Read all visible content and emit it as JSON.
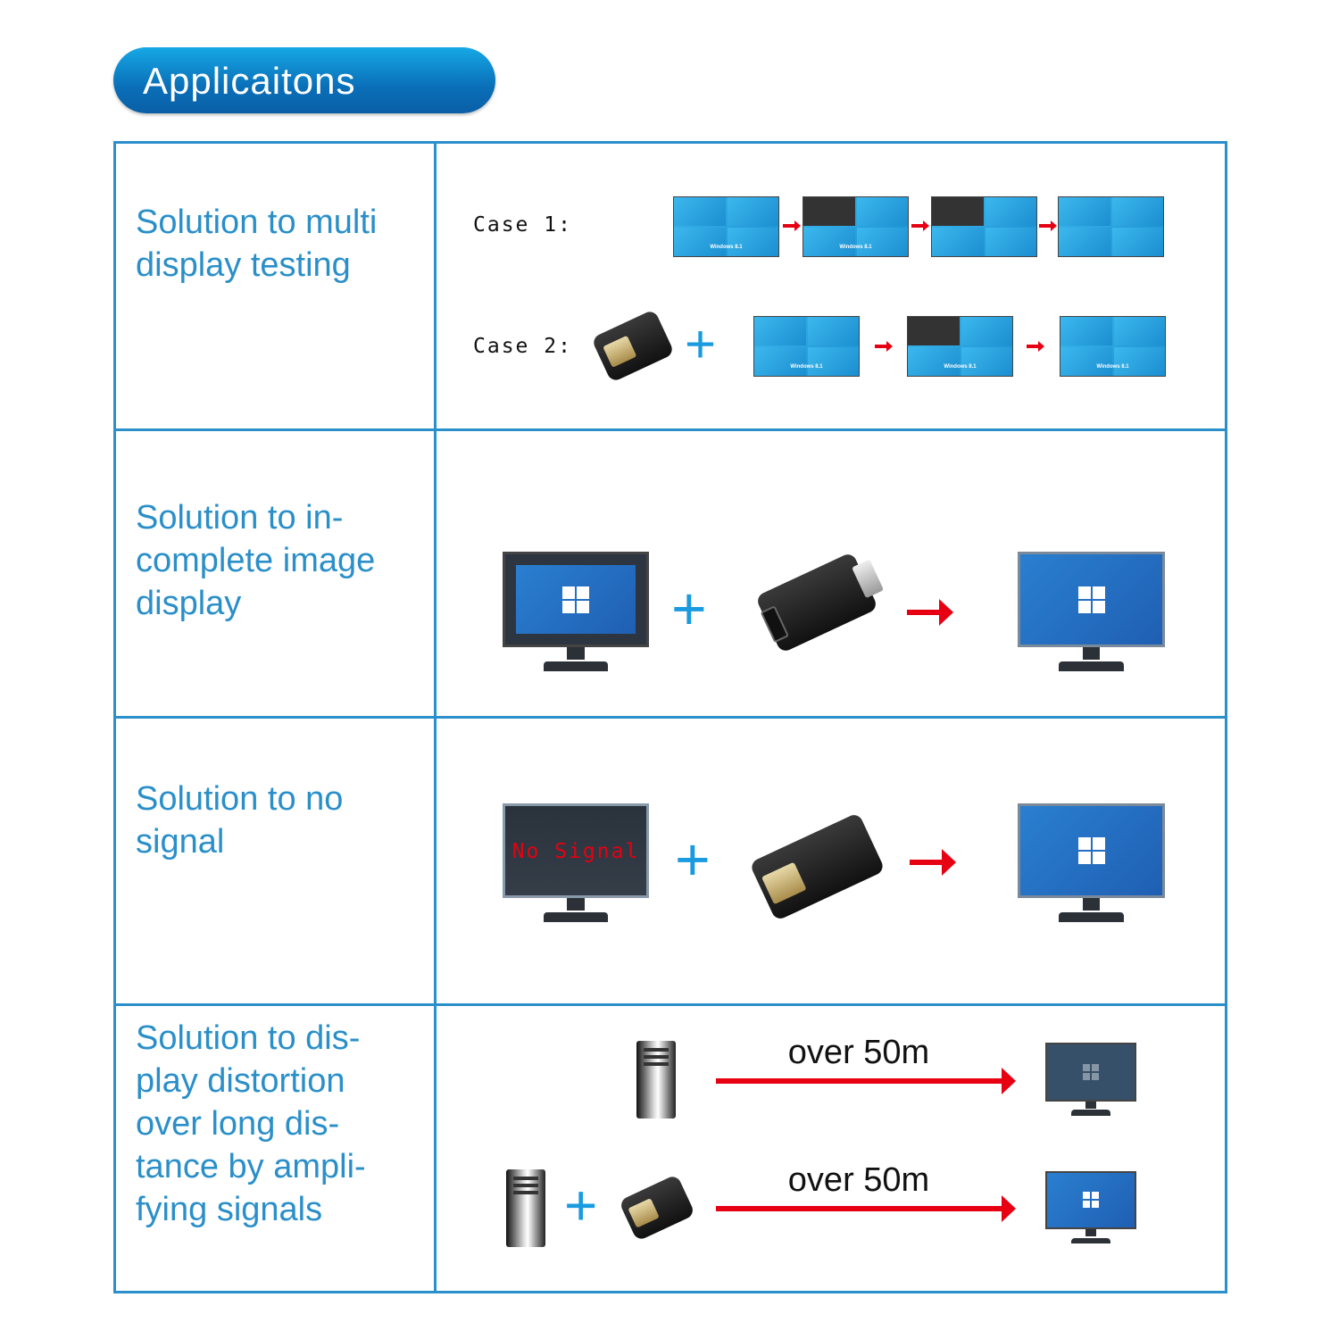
{
  "header": {
    "title": "Applicaitons",
    "color": "#0a78c2"
  },
  "rows": [
    {
      "label": "Solution to multi display testing",
      "case1": "Case 1:",
      "case2": "Case 2:",
      "screen_text": "Windows 8.1"
    },
    {
      "label": "Solution to in-complete image display"
    },
    {
      "label": "Solution to no signal",
      "no_signal": "No Signal"
    },
    {
      "label": "Solution to dis-play distortion over long dis-tance by ampli-fying signals",
      "distance1": "over 50m",
      "distance2": "over 50m"
    }
  ],
  "colors": {
    "border": "#2b8fcb",
    "label": "#2a8fc9",
    "arrow": "#e60012",
    "plus": "#1a9be0"
  }
}
